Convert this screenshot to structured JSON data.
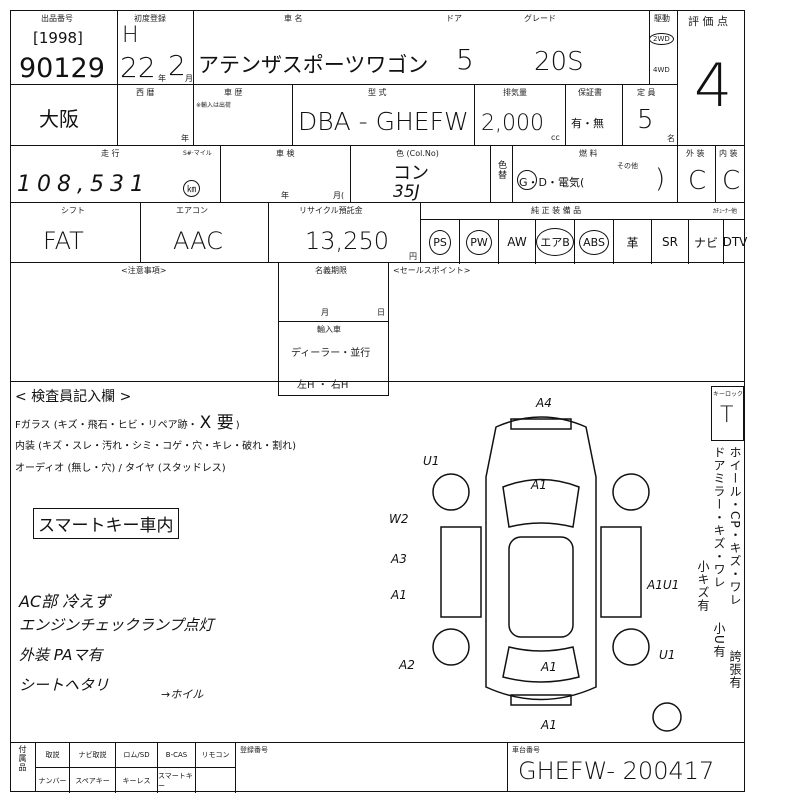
{
  "header": {
    "lot_label": "出品番号",
    "lot_year": "[1998]",
    "lot_number": "90129",
    "reg_label": "初度登録",
    "reg_era": "H",
    "reg_year": "22",
    "reg_year_unit": "年",
    "reg_month": "2",
    "reg_month_unit": "月",
    "name_label": "車 名",
    "car_name": "アテンザスポーツワゴン",
    "door_label": "ドア",
    "doors": "5",
    "grade_label": "グレード",
    "grade": "20S",
    "drive_label": "駆動",
    "drive_2wd": "2WD",
    "drive_4wd": "4WD",
    "score_label": "評 価 点",
    "score": "4"
  },
  "row2": {
    "venue": "大阪",
    "western_label": "西 暦",
    "year_unit": "年",
    "history_label": "車 歴",
    "history_note": "※輸入は出荷",
    "model_label": "型 式",
    "model": "DBA - GHEFW",
    "displacement_label": "排気量",
    "displacement": "2,000",
    "cc": "cc",
    "warranty_label": "保証書",
    "warranty": "有・無",
    "capacity_label": "定 員",
    "capacity": "5",
    "capacity_unit": "名"
  },
  "row3": {
    "mileage_label": "走 行",
    "mile_label": "S#·マイル",
    "mileage": "108,531",
    "mileage_unit": "㎞",
    "inspection_label": "車 検",
    "year_unit": "年",
    "month_unit": "月(",
    "color_label": "色 (Col.No)",
    "color": "コン",
    "color_code": "35J",
    "color_change_label": "色替",
    "fuel_label": "燃 料",
    "fuel": "G・D・電気(",
    "fuel_other": "その他",
    "fuel_close": ")",
    "exterior_label": "外 装",
    "exterior": "C",
    "interior_label": "内 装",
    "interior": "C"
  },
  "row4": {
    "shift_label": "シフト",
    "shift": "FAT",
    "ac_label": "エアコン",
    "ac": "AAC",
    "recycle_label": "リサイクル預託金",
    "recycle": "13,250",
    "yen": "円",
    "equip_label": "純 正 装 備 品",
    "tuner_label": "ｶﾁｭｰﾅｰ他",
    "equipment": [
      {
        "name": "PS",
        "circled": true
      },
      {
        "name": "PW",
        "circled": true
      },
      {
        "name": "AW",
        "circled": false
      },
      {
        "name": "エアB",
        "circled": true
      },
      {
        "name": "ABS",
        "circled": true
      },
      {
        "name": "革",
        "circled": false
      },
      {
        "name": "SR",
        "circled": false
      },
      {
        "name": "ナビ",
        "circled": false
      },
      {
        "name": "DTV",
        "circled": false
      }
    ]
  },
  "row5": {
    "notes_label": "<注意事項>",
    "title_deadline_label": "名義期限",
    "month": "月",
    "day": "日",
    "import_label": "輸入車",
    "import_type": "ディーラー・並行",
    "steering": "左H ・ 右H",
    "sales_point_label": "<セールスポイント>"
  },
  "inspector": {
    "title": "< 検査員記入欄 >",
    "line1": "Fガラス (キズ・飛石・ヒビ・リペア跡・",
    "line1_x": "X 要",
    "line1_end": ")",
    "line2": "内装 (キズ・スレ・汚れ・シミ・コゲ・穴・キレ・破れ・割れ)",
    "line3": "オーディオ (無し・穴) / タイヤ (スタッドレス)",
    "boxed_note": "スマートキー車内",
    "notes": [
      "AC部 冷えず",
      "エンジンチェックランプ点灯",
      "外装 PAマ有",
      "シートヘタリ"
    ],
    "wheel_note": "→ホイル",
    "keylock_label": "キーロック",
    "keylock": "T",
    "side_notes": [
      "ホイール・CP・キズ・ワレ",
      "小キズ有",
      "ドアミラー・キズ・ワレ",
      "小U有",
      "誇張有"
    ],
    "diagram_marks": [
      "A4",
      "U1",
      "A1",
      "W2",
      "A3",
      "A1",
      "A1U1",
      "A2",
      "A1",
      "U1",
      "A1"
    ]
  },
  "footer": {
    "items_label": "付属品",
    "cells_top": [
      "取説",
      "ナビ取説",
      "ロム/SD",
      "B-CAS",
      "リモコン"
    ],
    "cells_bottom": [
      "ナンバー",
      "スペアキー",
      "キーレス",
      "スマートキー",
      ""
    ],
    "reg_no_label": "登録番号",
    "chassis_label": "車台番号",
    "chassis": "GHEFW- 200417"
  }
}
